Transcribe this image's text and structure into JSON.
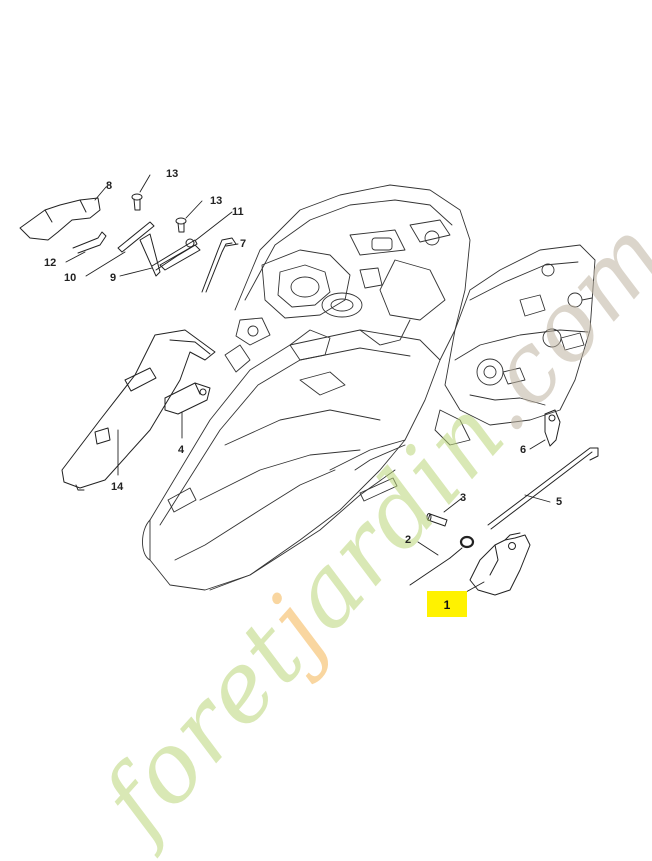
{
  "callouts": {
    "c1": "1",
    "c2": "2",
    "c3": "3",
    "c4": "4",
    "c5": "5",
    "c6": "6",
    "c7": "7",
    "c8": "8",
    "c9": "9",
    "c10": "10",
    "c11": "11",
    "c12": "12",
    "c13a": "13",
    "c13b": "13",
    "c14": "14"
  },
  "highlight": {
    "part": "1",
    "color": "#fff200"
  },
  "watermark": {
    "part1": "foret",
    "part2": "j",
    "part3": "ardin",
    "part4": ".com"
  },
  "colors": {
    "line": "#222222",
    "watermark_green": "#bad678",
    "watermark_orange": "#f6c478"
  }
}
